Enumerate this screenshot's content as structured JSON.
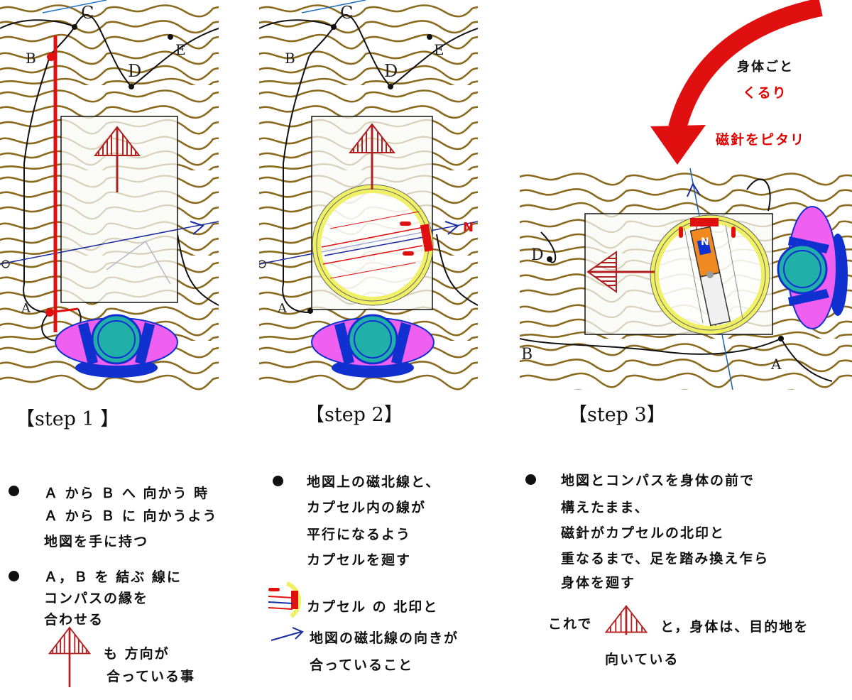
{
  "points": {
    "A": "A",
    "B": "B",
    "C": "C",
    "D": "D",
    "E": "E"
  },
  "compass_n": "N",
  "step_labels": [
    "【step 1 】",
    "【step 2】",
    "【step 3】"
  ],
  "rotate": {
    "line1": "身体ごと",
    "line2": "くるり",
    "line3": "磁針をピタリ"
  },
  "col1": {
    "b1": [
      "Ａ から Ｂ へ 向かう 時",
      "Ａ から Ｂ に 向かうよう",
      "地図を手に持つ"
    ],
    "b2": [
      "Ａ，Ｂ を 結ぶ 線に",
      "コンパスの縁を",
      "合わせる"
    ],
    "arrow_line1": "も 方向が",
    "arrow_line2": "合っている事"
  },
  "col2": {
    "b1": [
      "地図上の磁北線と、",
      "カプセル内の線が",
      "平行になるよう",
      "カプセルを廻す"
    ],
    "legend1": "カプセル の 北印と",
    "legend2": "地図の磁北線の向きが",
    "legend3": "合っていること"
  },
  "col3": {
    "b1": [
      "地図とコンパスを身体の前で",
      "構えたまま、",
      "磁針がカプセルの北印と",
      "重なるまで、足を踏み換え乍ら",
      "身体を廻す"
    ],
    "end_pre": "これで",
    "end_post": "と，身体は、目的地を",
    "end_line2": "向いている"
  },
  "colors": {
    "contour": "#8a6a1e",
    "red": "#e01010",
    "compass_bezel": "#f0f064",
    "body_pink": "#f060f0",
    "body_teal": "#20b0a8",
    "body_blue": "#1030d0",
    "arrow_red": "#b02020"
  }
}
